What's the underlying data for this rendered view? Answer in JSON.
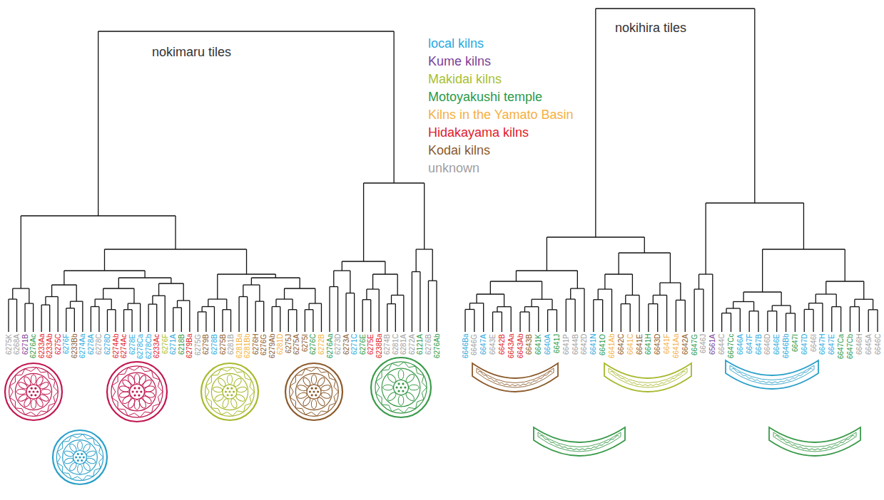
{
  "diagram": {
    "labels": [
      "nokimaru tiles",
      "nokihira tiles",
      "6275K",
      "6268A",
      "6271B",
      "6276Ac",
      "6233Aa",
      "6233Ab",
      "6275C",
      "6276F",
      "6233Bb",
      "6274Aa",
      "6278A",
      "6278C",
      "6278D",
      "6274Ab",
      "6274Ac",
      "6278E",
      "6278Ca",
      "6278Cb",
      "6233Ac",
      "6276F",
      "6271A",
      "6218B",
      "6279Ba",
      "6275G",
      "6279B",
      "6278B",
      "6275B",
      "6281B",
      "6281Ba",
      "6281Bb",
      "6276H",
      "6276G",
      "6279Ab",
      "6281D",
      "6275J",
      "6275A",
      "6275I",
      "6276C",
      "6272B",
      "6276Aa",
      "6273D",
      "6273A",
      "6271C",
      "6276E",
      "6275E",
      "6238Ba",
      "6274B",
      "6281C",
      "6281A",
      "6272A",
      "6121A",
      "6276B",
      "6276Ab",
      "6646Ba",
      "6646G",
      "6647A",
      "6643E",
      "6642B",
      "6643Aa",
      "6643Ab",
      "6643B",
      "6641K",
      "6640A",
      "6641J",
      "6641P",
      "6644B",
      "6642D",
      "6641N",
      "6641O",
      "6641Ab",
      "6642C",
      "6641C",
      "6641E",
      "6641H",
      "6643D",
      "6641F",
      "6641Aa",
      "6642A",
      "6647G",
      "6646J",
      "6561A",
      "6644C",
      "6647Cc",
      "6646A",
      "6647F",
      "6647B",
      "6646D",
      "6646E",
      "6646Bb",
      "6647I",
      "6647D",
      "6646I",
      "6647H",
      "6647E",
      "6647Ca",
      "6647Cb",
      "6646H",
      "6645A",
      "6646C"
    ],
    "legend": [
      {
        "text": "local kilns",
        "color": "#29a9e0"
      },
      {
        "text": "Kume kilns",
        "color": "#7b3f98"
      },
      {
        "text": "Makidai kilns",
        "color": "#a8c030"
      },
      {
        "text": "Motoyakushi temple",
        "color": "#2a9a48"
      },
      {
        "text": "Kilns in the Yamato Basin",
        "color": "#f5b041"
      },
      {
        "text": "Hidakayama kilns",
        "color": "#e0202a"
      },
      {
        "text": "Kodai kilns",
        "color": "#8b5a2b"
      },
      {
        "text": "unknown",
        "color": "#a0a0a0"
      }
    ]
  }
}
